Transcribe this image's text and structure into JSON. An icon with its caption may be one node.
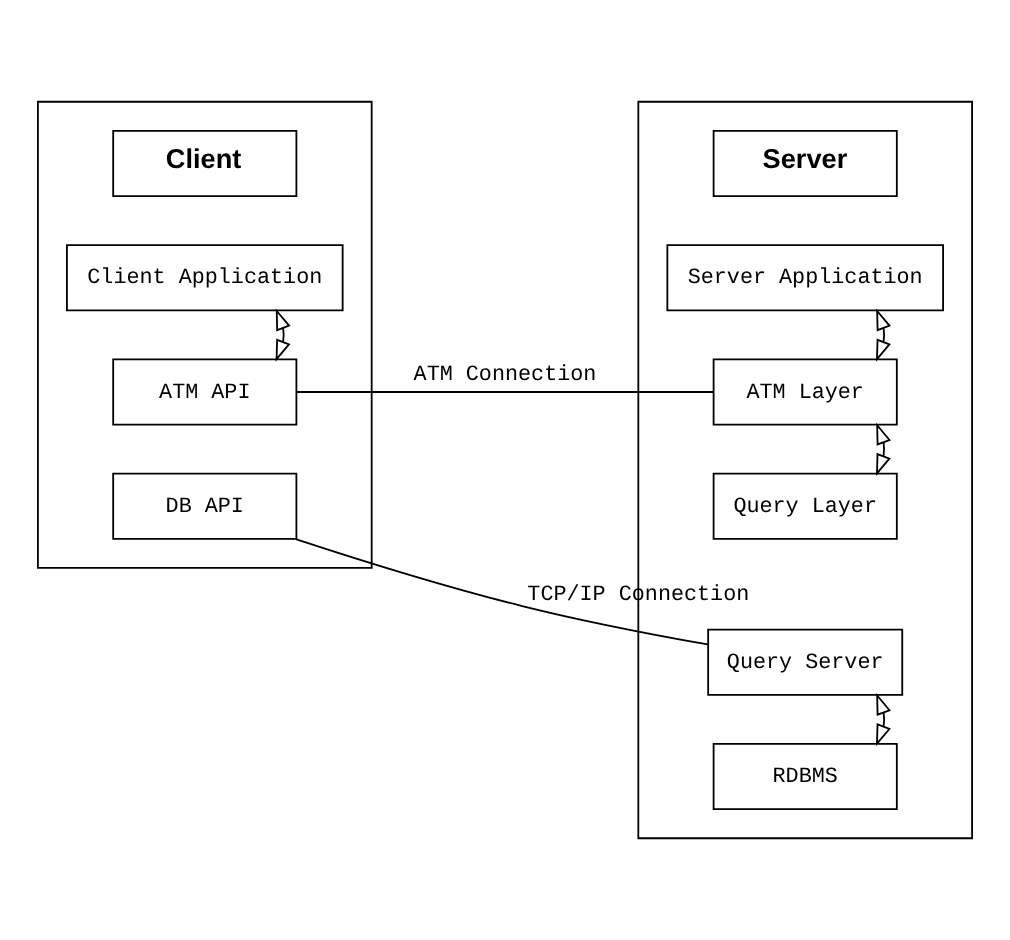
{
  "diagram": {
    "nodes": [
      {
        "text": [],
        "shape": "box"
      },
      {
        "text": [
          "Client"
        ],
        "in": 0
      },
      {
        "text": [
          "Client Application"
        ],
        "in": 0
      },
      {
        "text": [
          "ATM API"
        ],
        "in": 0
      },
      {
        "text": [
          "DB API"
        ],
        "in": 0
      },
      {
        "text": [],
        "shape": "box"
      },
      {
        "text": [
          "Server"
        ],
        "in": 5
      },
      {
        "text": [
          "Server Application"
        ],
        "in": 5
      },
      {
        "text": [
          "ATM Layer"
        ],
        "in": 5
      },
      {
        "text": [
          "Query Layer"
        ],
        "in": 5
      },
      {
        "text": [
          "Query Server"
        ],
        "in": 5
      },
      {
        "text": [
          "RDBMS"
        ],
        "in": 5
      }
    ],
    "edges": [
      {
        "from": 2,
        "to": 3,
        "arrow": "both"
      },
      {
        "from": 3,
        "to": 8,
        "arrow": "none",
        "label": "ATM Connection"
      },
      {
        "from": 4,
        "to": 10,
        "arrow": "none",
        "label": "TCP/IP Connection"
      },
      {
        "from": 7,
        "to": 8,
        "arrow": "both"
      },
      {
        "from": 8,
        "to": 9,
        "arrow": "both"
      },
      {
        "from": 10,
        "to": 11,
        "arrow": "both"
      }
    ]
  }
}
